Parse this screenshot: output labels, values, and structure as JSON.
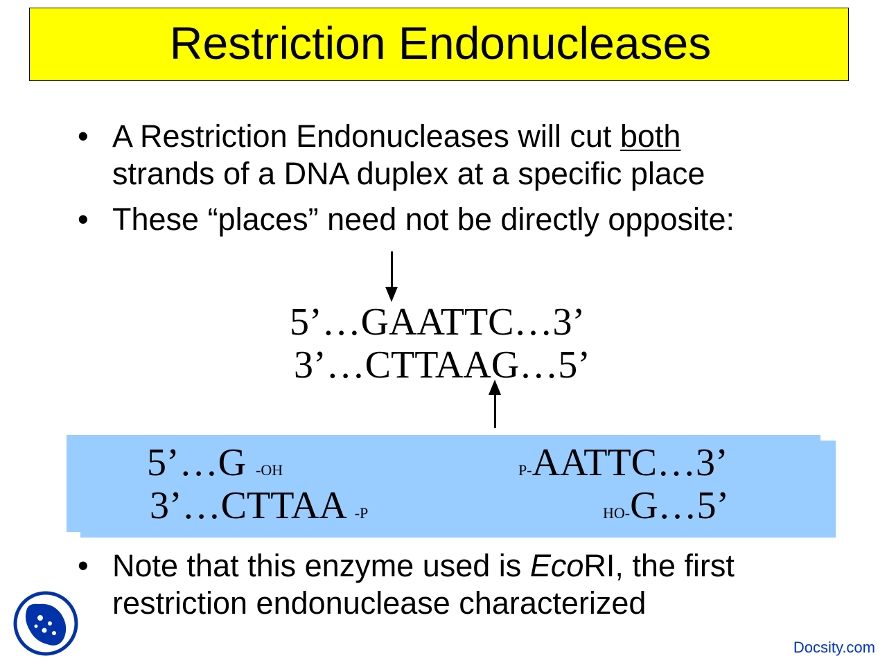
{
  "title": "Restriction Endonucleases",
  "bullets": {
    "symbol": "•",
    "b1_line1_pre": "A Restriction Endonucleases will cut ",
    "b1_line1_underlined": "both",
    "b1_line2": "strands of a DNA duplex at a specific place",
    "b2": "These “places” need not be directly opposite:",
    "b3_line1_pre": "Note that this enzyme used is ",
    "b3_line1_italic": "Eco",
    "b3_line1_post": "RI, the first",
    "b3_line2": "restriction endonuclease characterized"
  },
  "sequence": {
    "top": "5’…GAATTC…3’",
    "bottom": "3’…CTTAAG…5’"
  },
  "cut_result": {
    "left_top_main": "5’…G ",
    "left_top_sub": "-OH",
    "left_bottom_main": "3’…CTTAA ",
    "left_bottom_sub": "-P",
    "right_top_sub": "P-",
    "right_top_main": "AATTC…3’",
    "right_bottom_sub": "HO-",
    "right_bottom_main": "G…5’"
  },
  "footer": {
    "brand": "Docsity.com"
  },
  "colors": {
    "title_bg": "#ffff00",
    "box_bg": "#99ccff",
    "brand": "#0033cc",
    "logo": "#0033aa"
  }
}
